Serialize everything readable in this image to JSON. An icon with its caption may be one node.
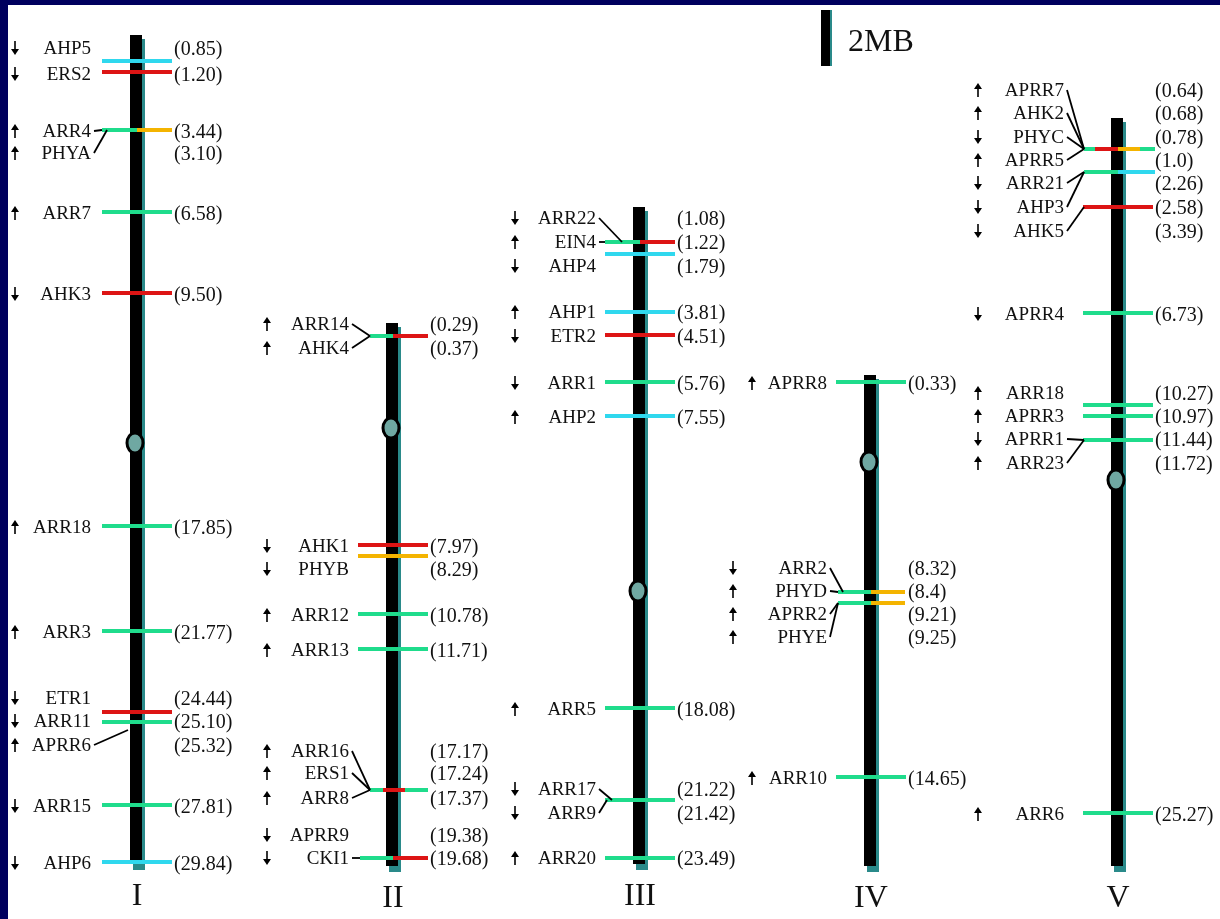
{
  "diagram": {
    "nodes": [
      {
        "text": [
          "I"
        ]
      },
      {
        "text": [
          "AHP5"
        ]
      },
      {
        "text": [
          "ERS2"
        ]
      },
      {
        "text": [
          "ARR4"
        ]
      },
      {
        "text": [
          "PHYA"
        ]
      },
      {
        "text": [
          "ARR7"
        ]
      },
      {
        "text": [
          "AHK3"
        ]
      },
      {
        "text": [
          "ARR18"
        ]
      },
      {
        "text": [
          "ARR3"
        ]
      },
      {
        "text": [
          "ETR1"
        ]
      },
      {
        "text": [
          "ARR11"
        ]
      },
      {
        "text": [
          "APRR6"
        ]
      },
      {
        "text": [
          "ARR15"
        ]
      },
      {
        "text": [
          "AHP6"
        ]
      },
      {
        "text": [
          "II"
        ]
      },
      {
        "text": [
          "ARR14"
        ]
      },
      {
        "text": [
          "AHK4"
        ]
      },
      {
        "text": [
          "AHK1"
        ]
      },
      {
        "text": [
          "PHYB"
        ]
      },
      {
        "text": [
          "ARR12"
        ]
      },
      {
        "text": [
          "ARR13"
        ]
      },
      {
        "text": [
          "ARR16"
        ]
      },
      {
        "text": [
          "ERS1"
        ]
      },
      {
        "text": [
          "ARR8"
        ]
      },
      {
        "text": [
          "APRR9"
        ]
      },
      {
        "text": [
          "CKI1"
        ]
      },
      {
        "text": [
          "III"
        ]
      },
      {
        "text": [
          "ARR22"
        ]
      },
      {
        "text": [
          "EIN4"
        ]
      },
      {
        "text": [
          "AHP4"
        ]
      },
      {
        "text": [
          "AHP1"
        ]
      },
      {
        "text": [
          "ETR2"
        ]
      },
      {
        "text": [
          "ARR1"
        ]
      },
      {
        "text": [
          "AHP2"
        ]
      },
      {
        "text": [
          "ARR5"
        ]
      },
      {
        "text": [
          "ARR17"
        ]
      },
      {
        "text": [
          "ARR9"
        ]
      },
      {
        "text": [
          "ARR20"
        ]
      },
      {
        "text": [
          "IV"
        ]
      },
      {
        "text": [
          "APRR8"
        ]
      },
      {
        "text": [
          "ARR2"
        ]
      },
      {
        "text": [
          "PHYD"
        ]
      },
      {
        "text": [
          "APRR2"
        ]
      },
      {
        "text": [
          "PHYE"
        ]
      },
      {
        "text": [
          "ARR10"
        ]
      },
      {
        "text": [
          "V"
        ]
      },
      {
        "text": [
          "APRR7"
        ]
      },
      {
        "text": [
          "AHK2"
        ]
      },
      {
        "text": [
          "PHYC"
        ]
      },
      {
        "text": [
          "APRR5"
        ]
      },
      {
        "text": [
          "ARR21"
        ]
      },
      {
        "text": [
          "AHP3"
        ]
      },
      {
        "text": [
          "AHK5"
        ]
      },
      {
        "text": [
          "APRR4"
        ]
      },
      {
        "text": [
          "ARR18"
        ]
      },
      {
        "text": [
          "APRR3"
        ]
      },
      {
        "text": [
          "APRR1"
        ]
      },
      {
        "text": [
          "ARR23"
        ]
      },
      {
        "text": [
          "ARR6"
        ]
      }
    ],
    "edges": [
      {
        "from": 3,
        "to": 0,
        "arrow": "none"
      },
      {
        "from": 4,
        "to": 0,
        "arrow": "none"
      },
      {
        "from": 11,
        "to": 0,
        "arrow": "none"
      },
      {
        "from": 15,
        "to": 14,
        "arrow": "none"
      },
      {
        "from": 16,
        "to": 14,
        "arrow": "none"
      },
      {
        "from": 21,
        "to": 14,
        "arrow": "none"
      },
      {
        "from": 22,
        "to": 14,
        "arrow": "none"
      },
      {
        "from": 23,
        "to": 14,
        "arrow": "none"
      },
      {
        "from": 25,
        "to": 14,
        "arrow": "none"
      },
      {
        "from": 27,
        "to": 26,
        "arrow": "none"
      },
      {
        "from": 28,
        "to": 26,
        "arrow": "none"
      },
      {
        "from": 35,
        "to": 26,
        "arrow": "none"
      },
      {
        "from": 36,
        "to": 26,
        "arrow": "none"
      },
      {
        "from": 40,
        "to": 38,
        "arrow": "none"
      },
      {
        "from": 41,
        "to": 38,
        "arrow": "none"
      },
      {
        "from": 42,
        "to": 38,
        "arrow": "none"
      },
      {
        "from": 43,
        "to": 38,
        "arrow": "none"
      },
      {
        "from": 46,
        "to": 45,
        "arrow": "none"
      },
      {
        "from": 47,
        "to": 45,
        "arrow": "none"
      },
      {
        "from": 48,
        "to": 45,
        "arrow": "none"
      },
      {
        "from": 49,
        "to": 45,
        "arrow": "none"
      },
      {
        "from": 50,
        "to": 45,
        "arrow": "none"
      },
      {
        "from": 51,
        "to": 45,
        "arrow": "none"
      },
      {
        "from": 52,
        "to": 45,
        "arrow": "none"
      },
      {
        "from": 56,
        "to": 45,
        "arrow": "none"
      },
      {
        "from": 57,
        "to": 45,
        "arrow": "none"
      }
    ],
    "labels": [
      "2MB",
      "(0.85)",
      "(1.20)",
      "(3.44)",
      "(3.10)",
      "(6.58)",
      "(9.50)",
      "(17.85)",
      "(21.77)",
      "(24.44)",
      "(25.10)",
      "(25.32)",
      "(27.81)",
      "(29.84)",
      "(0.29)",
      "(0.37)",
      "(7.97)",
      "(8.29)",
      "(10.78)",
      "(11.71)",
      "(17.17)",
      "(17.24)",
      "(17.37)",
      "(19.38)",
      "(19.68)",
      "(1.08)",
      "(1.22)",
      "(1.79)",
      "(3.81)",
      "(4.51)",
      "(5.76)",
      "(7.55)",
      "(18.08)",
      "(21.22)",
      "(21.42)",
      "(23.49)",
      "(0.33)",
      "(8.32)",
      "(8.4)",
      "(9.21)",
      "(9.25)",
      "(14.65)",
      "(0.64)",
      "(0.68)",
      "(0.78)",
      "(1.0)",
      "(2.26)",
      "(2.58)",
      "(3.39)",
      "(6.73)",
      "(10.27)",
      "(10.97)",
      "(11.44)",
      "(11.72)",
      "(25.27)"
    ]
  }
}
